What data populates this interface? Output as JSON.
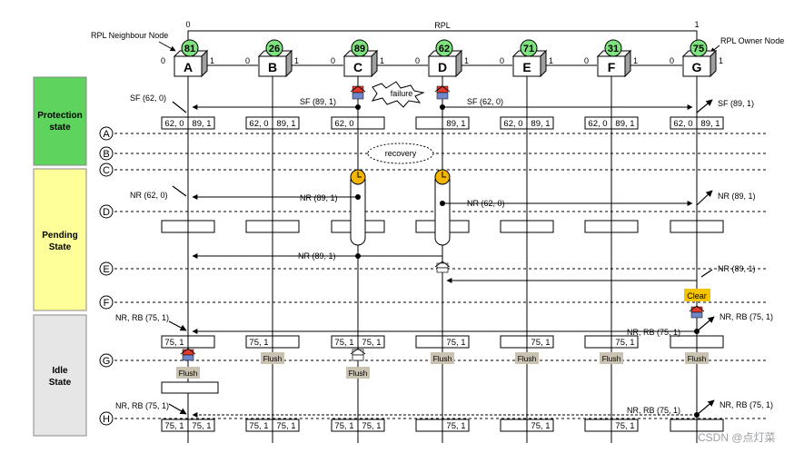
{
  "header": {
    "rpl_label": "RPL",
    "left_end_value": "0",
    "right_end_value": "1",
    "neighbour_label": "RPL Neighbour Node",
    "owner_label": "RPL Owner Node"
  },
  "nodes": [
    {
      "id": "A",
      "prio": "81"
    },
    {
      "id": "B",
      "prio": "26"
    },
    {
      "id": "C",
      "prio": "89"
    },
    {
      "id": "D",
      "prio": "62"
    },
    {
      "id": "E",
      "prio": "71"
    },
    {
      "id": "F",
      "prio": "31"
    },
    {
      "id": "G",
      "prio": "75"
    }
  ],
  "port_left": "0",
  "port_right": "1",
  "states": {
    "protection": [
      "Protection",
      "state"
    ],
    "pending": [
      "Pending",
      "State"
    ],
    "idle": [
      "Idle",
      "State"
    ]
  },
  "markers": [
    "A",
    "B",
    "C",
    "D",
    "E",
    "F",
    "G",
    "H"
  ],
  "messages": {
    "sf_62": "SF (62, 0)",
    "sf_89": "SF (89, 1)",
    "sf_62_right": "SF (62, 0)",
    "sf_89_right": "SF (89, 1)",
    "failure": "failure",
    "recovery": "recovery",
    "nr_62": "NR (62, 0)",
    "nr_89": "NR (89, 1)",
    "nr_62_right": "NR (62, 0)",
    "nr_89_right": "NR (89, 1)",
    "nr_89_row2": "NR (89, 1)",
    "nr_89_e": "NR (89, 1)",
    "clear": "Clear",
    "nr_rb_a": "NR, RB (75, 1)",
    "nr_rb_f": "NR, RB (75, 1)",
    "nr_rb_g": "NR, RB (75, 1)",
    "nr_rb_h_a": "NR, RB (75, 1)",
    "nr_rb_h_f": "NR, RB (75, 1)",
    "nr_rb_h_g": "NR, RB (75, 1)",
    "flush": "Flush"
  },
  "tables": {
    "protection": [
      [
        "62, 0",
        "89, 1"
      ],
      [
        "62, 0",
        "89, 1"
      ],
      [
        "62, 0",
        ""
      ],
      [
        "",
        "89, 1"
      ],
      [
        "62, 0",
        "89, 1"
      ],
      [
        "62, 0",
        "89, 1"
      ],
      [
        "62, 0",
        "89, 1"
      ]
    ],
    "idle_1": [
      [
        "75, 1",
        ""
      ],
      [
        "75, 1",
        ""
      ],
      [
        "75, 1",
        "75, 1"
      ],
      [
        "",
        "75, 1"
      ],
      [
        "",
        "75, 1"
      ],
      [
        "",
        "75, 1"
      ],
      [
        "",
        ""
      ]
    ],
    "idle_2": [
      [
        "75, 1",
        "75, 1"
      ],
      [
        "75, 1",
        "75, 1"
      ],
      [
        "75, 1",
        "75, 1"
      ],
      [
        "",
        "75, 1"
      ],
      [
        "",
        "75, 1"
      ],
      [
        "",
        "75, 1"
      ],
      [
        "",
        ""
      ]
    ]
  },
  "watermark": "CSDN @点灯菜",
  "colors": {
    "protection_bg": "#5ed35e",
    "pending_bg": "#ffff99",
    "idle_bg": "#e6e6e6",
    "node_circle": "#7ee37e",
    "clock": "#f2b600",
    "clear_bg": "#f5c400",
    "flush_bg": "#c9c2b0",
    "block_red": "#e23b2e",
    "block_blue": "#6f86c9"
  }
}
